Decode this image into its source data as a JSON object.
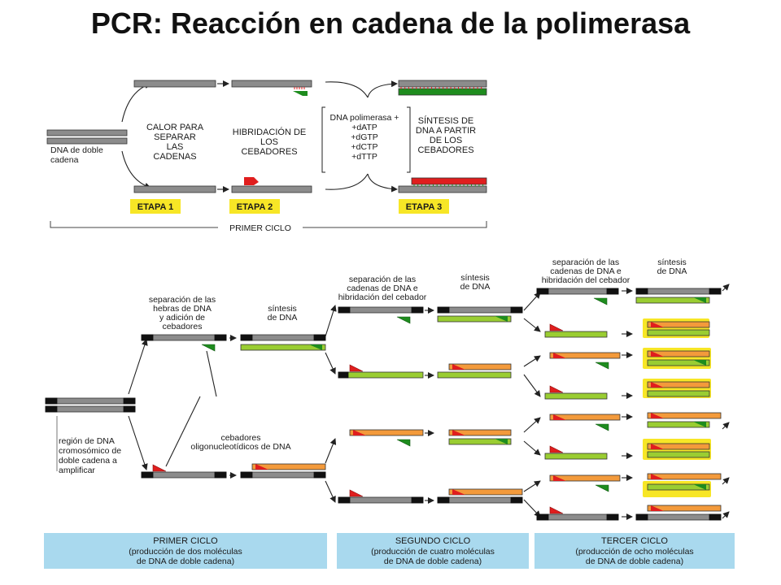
{
  "title": "PCR: Reacción en cadena de la polimerasa",
  "colors": {
    "template": "#8c8c8c",
    "dna_end": "#111111",
    "green_new": "#9acd32",
    "green_primer": "#1e8c1e",
    "orange_new": "#f39a3b",
    "red_primer": "#e01e1e",
    "badge": "#f7e626",
    "panel": "#a9d9ee",
    "highlight": "#f7e626"
  },
  "top": {
    "start_label": [
      "DNA de doble",
      "cadena"
    ],
    "step1_label": [
      "CALOR PARA",
      "SEPARAR",
      "LAS",
      "CADENAS"
    ],
    "step2_label": [
      "HIBRIDACIÓN DE",
      "LOS",
      "CEBADORES"
    ],
    "reagents": [
      "DNA polimerasa +",
      "+dATP",
      "+dGTP",
      "+dCTP",
      "+dTTP"
    ],
    "step3_label": [
      "SÍNTESIS DE",
      "DNA A PARTIR",
      "DE LOS",
      "CEBADORES"
    ],
    "badges": [
      "ETAPA 1",
      "ETAPA 2",
      "ETAPA 3"
    ],
    "cycle_label": "PRIMER CICLO"
  },
  "bottom": {
    "region_label": [
      "región de DNA",
      "cromosómico de",
      "doble cadena a",
      "amplificar"
    ],
    "sep_add_label": [
      "separación de las",
      "hebras de DNA",
      "y adición de",
      "cebadores"
    ],
    "synth1_label": [
      "síntesis",
      "de DNA"
    ],
    "primers_label": [
      "cebadores",
      "oligonucleotídicos de DNA"
    ],
    "sep_hyb2_label": [
      "separación de las",
      "cadenas de DNA e",
      "hibridación del cebador"
    ],
    "synth2_label": [
      "síntesis",
      "de DNA"
    ],
    "sep_hyb3_label": [
      "separación de las",
      "cadenas de DNA e",
      "hibridación del cebador"
    ],
    "synth3_label": [
      "síntesis",
      "de DNA"
    ],
    "panels": [
      {
        "title": "PRIMER CICLO",
        "sub": [
          "(producción de dos moléculas",
          "de DNA de doble cadena)"
        ]
      },
      {
        "title": "SEGUNDO CICLO",
        "sub": [
          "(producción de cuatro moléculas",
          "de DNA de doble cadena)"
        ]
      },
      {
        "title": "TERCER CICLO",
        "sub": [
          "(producción de ocho moléculas",
          "de DNA de doble cadena)"
        ]
      }
    ]
  }
}
